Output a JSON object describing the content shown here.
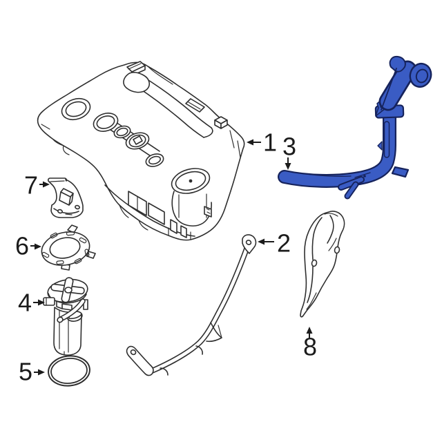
{
  "image": {
    "type": "parts-diagram",
    "subject": "fuel-system-exploded-parts-diagram",
    "background": "#ffffff"
  },
  "colors": {
    "ink": "#2e2e2e",
    "label": "#1b1b1b",
    "highlight_fill": "#3a5cc4",
    "highlight_stroke": "#16235c",
    "bg": "#ffffff"
  },
  "callouts": [
    {
      "label": "1",
      "part": "fuel-tank",
      "arrow": "left",
      "highlighted": false
    },
    {
      "label": "2",
      "part": "fuel-tank-strap",
      "arrow": "left",
      "highlighted": false
    },
    {
      "label": "3",
      "part": "fuel-filler-neck-pipe",
      "arrow": "down",
      "highlighted": true
    },
    {
      "label": "4",
      "part": "fuel-pump-module",
      "arrow": "right",
      "highlighted": false
    },
    {
      "label": "5",
      "part": "fuel-pump-o-ring-seal",
      "arrow": "right",
      "highlighted": false
    },
    {
      "label": "6",
      "part": "fuel-pump-lock-ring",
      "arrow": "right",
      "highlighted": false
    },
    {
      "label": "7",
      "part": "filler-pipe-bracket",
      "arrow": "right",
      "highlighted": false
    },
    {
      "label": "8",
      "part": "heat-shield",
      "arrow": "up",
      "highlighted": false
    }
  ]
}
